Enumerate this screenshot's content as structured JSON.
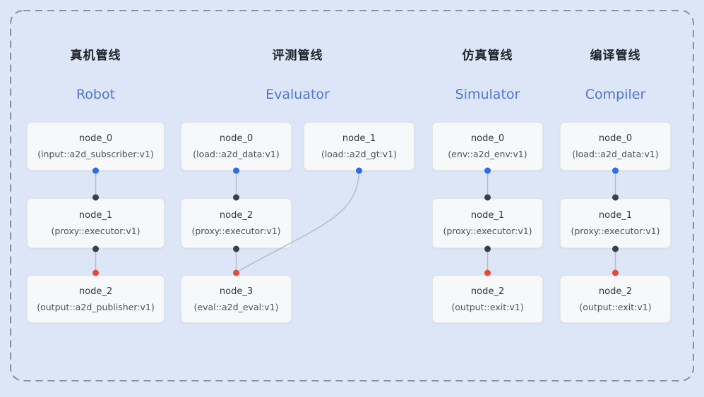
{
  "colors": {
    "background": "#dce6f7",
    "frame_border": "#8a919b",
    "node_background": "#f7f8fa",
    "node_border": "#e2e5e9",
    "edge_line": "#b6bcc6",
    "port_blue": "#2e6be8",
    "port_dark": "#3b4046",
    "port_red": "#e64a38",
    "title_cn_color": "#20242a",
    "title_en_color": "#5274d1"
  },
  "pipelines": [
    {
      "title_cn": "真机管线",
      "title_en": "Robot",
      "nodes": [
        {
          "name": "node_0",
          "type": "(input::a2d_subscriber:v1)"
        },
        {
          "name": "node_1",
          "type": "(proxy::executor:v1)"
        },
        {
          "name": "node_2",
          "type": "(output::a2d_publisher:v1)"
        }
      ],
      "edges": [
        "node_0 → node_1",
        "node_1 → node_2"
      ]
    },
    {
      "title_cn": "评测管线",
      "title_en": "Evaluator",
      "nodes": [
        {
          "name": "node_0",
          "type": "(load::a2d_data:v1)"
        },
        {
          "name": "node_1",
          "type": "(load::a2d_gt:v1)"
        },
        {
          "name": "node_2",
          "type": "(proxy::executor:v1)"
        },
        {
          "name": "node_3",
          "type": "(eval::a2d_eval:v1)"
        }
      ],
      "edges": [
        "node_0 → node_2",
        "node_1 → node_3",
        "node_2 → node_3"
      ]
    },
    {
      "title_cn": "仿真管线",
      "title_en": "Simulator",
      "nodes": [
        {
          "name": "node_0",
          "type": "(env::a2d_env:v1)"
        },
        {
          "name": "node_1",
          "type": "(proxy::executor:v1)"
        },
        {
          "name": "node_2",
          "type": "(output::exit:v1)"
        }
      ],
      "edges": [
        "node_0 → node_1",
        "node_1 → node_2"
      ]
    },
    {
      "title_cn": "编译管线",
      "title_en": "Compiler",
      "nodes": [
        {
          "name": "node_0",
          "type": "(load::a2d_data:v1)"
        },
        {
          "name": "node_1",
          "type": "(proxy::executor:v1)"
        },
        {
          "name": "node_2",
          "type": "(output::exit:v1)"
        }
      ],
      "edges": [
        "node_0 → node_1",
        "node_1 → node_2"
      ]
    }
  ]
}
